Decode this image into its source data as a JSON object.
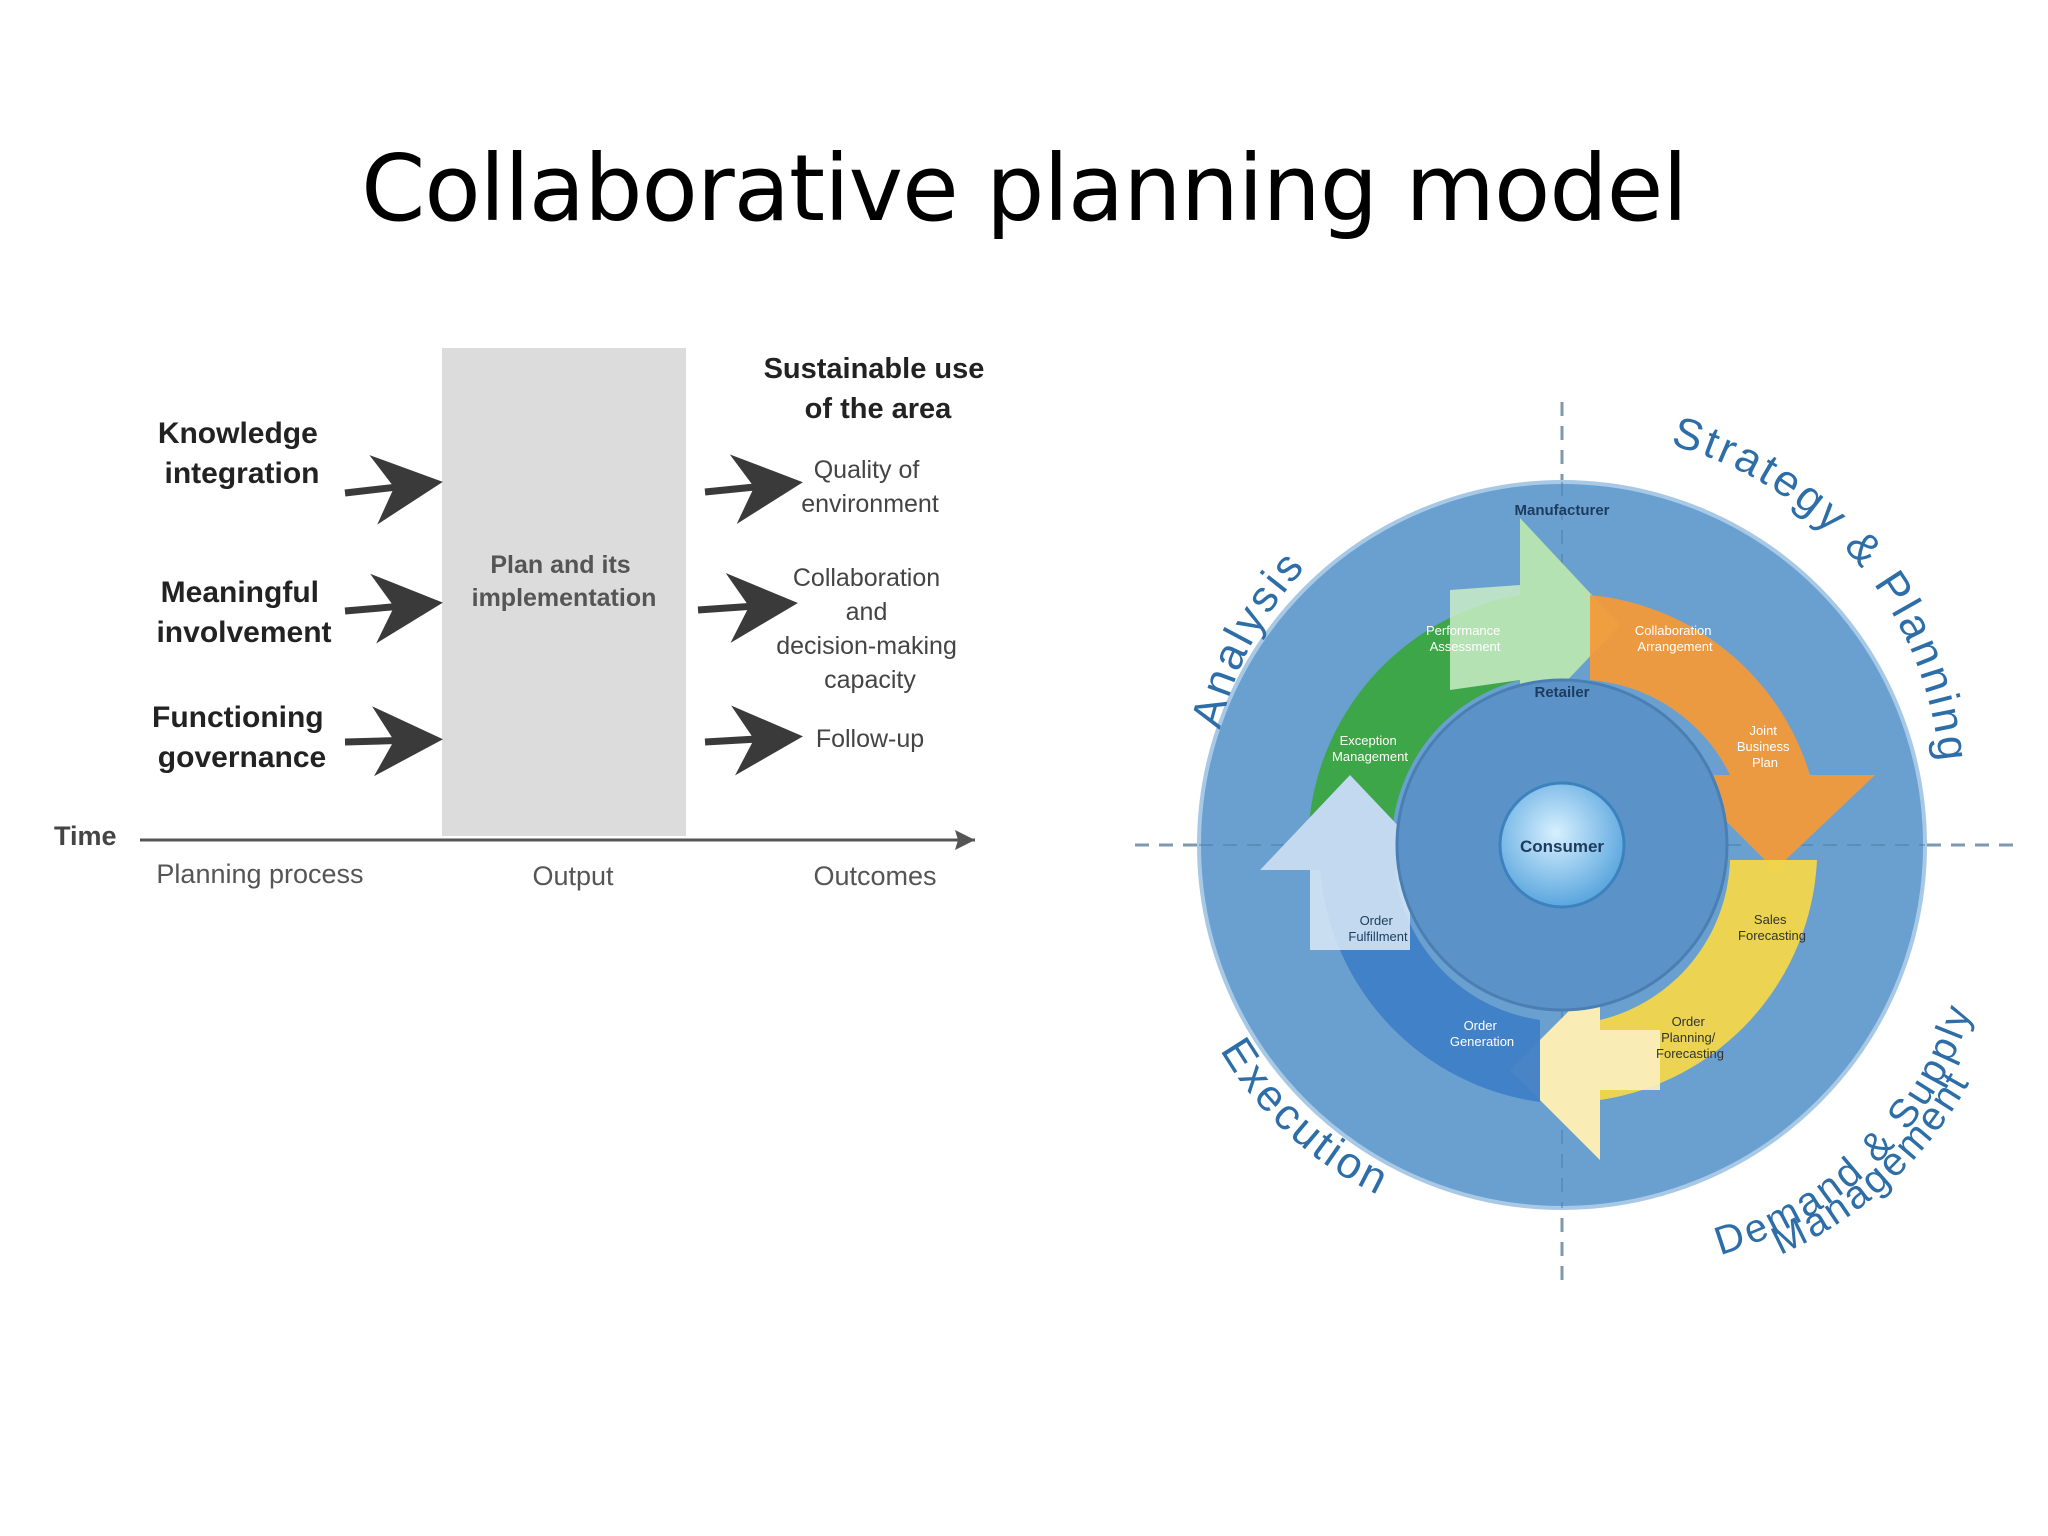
{
  "slide": {
    "title": "Collaborative planning model"
  },
  "planning_diagram": {
    "inputs": [
      "Knowledge integration",
      "Meaningful involvement",
      "Functioning governance"
    ],
    "inputs_lines": [
      [
        "Knowledge",
        "integration"
      ],
      [
        "Meaningful",
        "involvement"
      ],
      [
        "Functioning",
        "governance"
      ]
    ],
    "output_box": [
      "Plan and its",
      "implementation"
    ],
    "outcomes_heading": [
      "Sustainable use",
      "of the area"
    ],
    "outcomes": [
      [
        "Quality of",
        "environment"
      ],
      [
        "Collaboration",
        "and",
        "decision-making",
        "capacity"
      ],
      [
        "Follow-up"
      ]
    ],
    "time_label": "Time",
    "axis_labels": [
      "Planning process",
      "Output",
      "Outcomes"
    ],
    "colors": {
      "box": "#dcdcdc",
      "arrow": "#3a3a3a",
      "text": "#333333"
    },
    "icons": [
      "arrow-right-icon"
    ]
  },
  "cycle_diagram": {
    "quadrants": {
      "top_left": "Analysis",
      "top_right": "Strategy & Planning",
      "bottom_right_1": "Demand & Supply",
      "bottom_right_2": "Management",
      "bottom_left": "Execution"
    },
    "ring_labels": {
      "top": "Manufacturer",
      "inner_top": "Retailer",
      "center": "Consumer"
    },
    "steps": [
      [
        "Performance",
        "Assessment"
      ],
      [
        "Collaboration",
        "Arrangement"
      ],
      [
        "Joint",
        "Business",
        "Plan"
      ],
      [
        "Sales",
        "Forecasting"
      ],
      [
        "Order",
        "Planning/",
        "Forecasting"
      ],
      [
        "Order",
        "Generation"
      ],
      [
        "Order",
        "Fulfillment"
      ],
      [
        "Exception",
        "Management"
      ]
    ],
    "colors": {
      "outer_ring": "#6aa0d0",
      "inner_disc": "#5b93c8",
      "center": "#8fc6ea",
      "green": "#3aa640",
      "orange": "#f29a3a",
      "yellow": "#f3d64a",
      "blue_arrow": "#3f7fc7",
      "label": "#2d6ea8"
    }
  }
}
